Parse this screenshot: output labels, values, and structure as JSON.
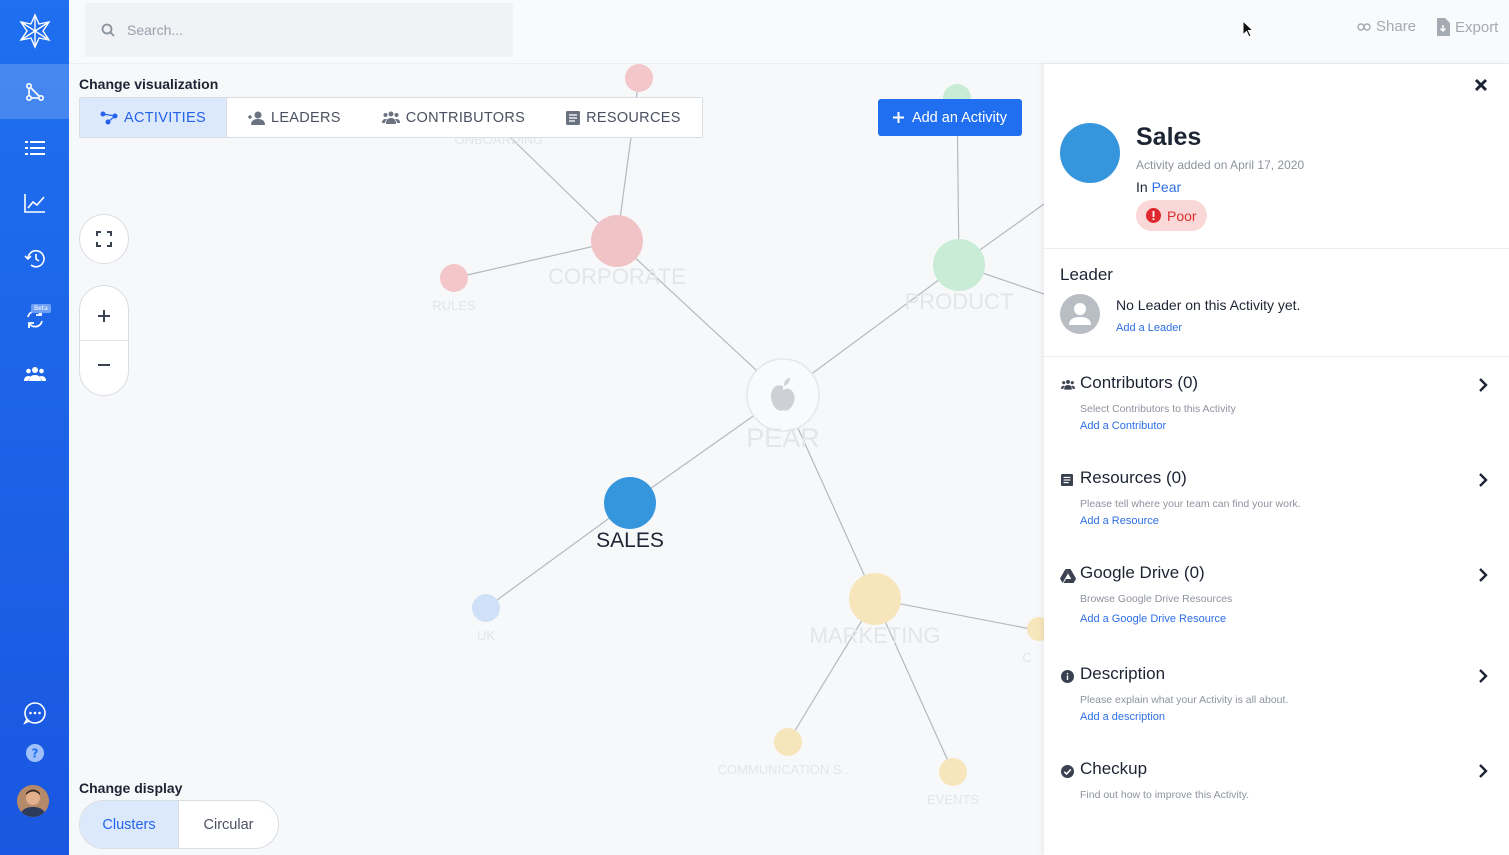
{
  "topbar": {
    "search_placeholder": "Search...",
    "share_label": "Share",
    "export_label": "Export"
  },
  "sidebar": {
    "items": [
      "graph-icon",
      "list-icon",
      "chart-icon",
      "history-icon",
      "sync-icon",
      "team-icon"
    ],
    "beta_label": "Beta",
    "bottom": [
      "chat-icon",
      "help-icon",
      "avatar"
    ]
  },
  "canvas": {
    "vis_label": "Change visualization",
    "tabs": [
      {
        "label": "ACTIVITIES",
        "active": true
      },
      {
        "label": "LEADERS",
        "active": false
      },
      {
        "label": "CONTRIBUTORS",
        "active": false
      },
      {
        "label": "RESOURCES",
        "active": false
      }
    ],
    "add_activity_label": "Add an Activity",
    "display_label": "Change display",
    "display_tabs": [
      {
        "label": "Clusters",
        "active": true
      },
      {
        "label": "Circular",
        "active": false
      }
    ],
    "nodes": {
      "onboarding": "ONBOARDING",
      "corporate": "CORPORATE",
      "rules": "RULES",
      "product": "PRODUCT",
      "pear": "PEAR",
      "sales": "SALES",
      "uk": "UK",
      "marketing": "MARKETING",
      "communication": "COMMUNICATION S...",
      "events": "EVENTS",
      "c": "C"
    },
    "colors": {
      "accent": "#1f6ff0",
      "sales": "#3596de",
      "corporate": "#f0c4c6",
      "product": "#c8ecd5",
      "marketing": "#f7e6bb",
      "uk": "#cfe0f7"
    }
  },
  "panel": {
    "title": "Sales",
    "subtitle": "Activity added on April 17, 2020",
    "in_prefix": "In",
    "in_link": "Pear",
    "badge": "Poor",
    "leader": {
      "heading": "Leader",
      "text": "No Leader on this Activity yet.",
      "link": "Add a Leader"
    },
    "sections": [
      {
        "icon": "contributors-icon",
        "title": "Contributors (0)",
        "desc": "Select Contributors to this Activity",
        "link": "Add a Contributor"
      },
      {
        "icon": "resources-icon",
        "title": "Resources (0)",
        "desc": "Please tell where your team can find your work.",
        "link": "Add a Resource"
      },
      {
        "icon": "google-drive-icon",
        "title": "Google Drive (0)",
        "desc": "Browse Google Drive Resources",
        "link": "Add a Google Drive Resource"
      },
      {
        "icon": "info-icon",
        "title": "Description",
        "desc": "Please explain what your Activity is all about.",
        "link": "Add a description"
      },
      {
        "icon": "check-circle-icon",
        "title": "Checkup",
        "desc": "Find out how to improve this Activity.",
        "link": ""
      }
    ]
  }
}
